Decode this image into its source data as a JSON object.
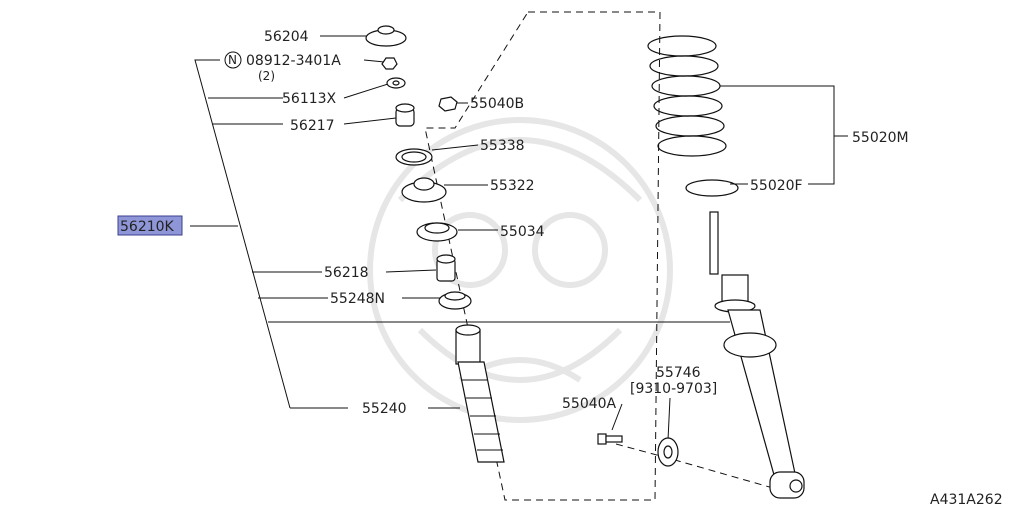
{
  "diagram": {
    "figure_code": "A431A262",
    "highlight_color": "#8f96d8",
    "labels": {
      "p56204": "56204",
      "p08912": "08912-3401A",
      "p08912_qty": "(2)",
      "nut_symbol": "N",
      "p56113x": "56113X",
      "p55040b": "55040B",
      "p56217": "56217",
      "p55338": "55338",
      "p55322": "55322",
      "p56210k": "56210K",
      "p55034": "55034",
      "p56218": "56218",
      "p55248n": "55248N",
      "p55240": "55240",
      "p55020m": "55020M",
      "p55020f": "55020F",
      "p55746": "55746",
      "p55746_range": "[9310-9703]",
      "p55040a": "55040A"
    }
  }
}
